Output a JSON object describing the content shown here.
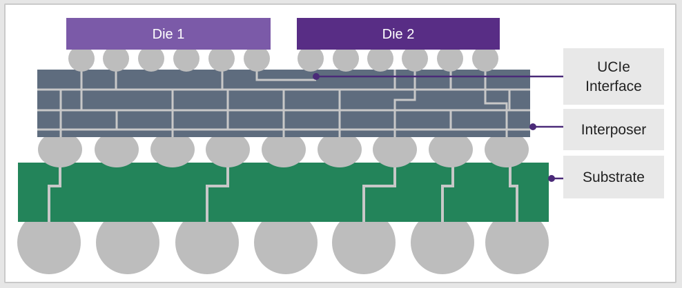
{
  "dies": [
    {
      "label": "Die 1",
      "color": "#7b5aa8"
    },
    {
      "label": "Die 2",
      "color": "#582d85"
    }
  ],
  "labels": {
    "ucie_line1": "UCIe",
    "ucie_line2": "Interface",
    "interposer": "Interposer",
    "substrate": "Substrate"
  },
  "colors": {
    "interposer": "#5e6c7e",
    "substrate": "#23845a",
    "bump": "#bdbdbd",
    "trace": "#c8c8c8",
    "callout": "#4a2a78",
    "label_box": "#e8e8e8"
  }
}
